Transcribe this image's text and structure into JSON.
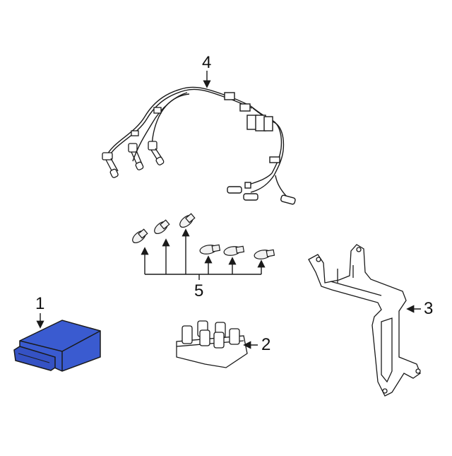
{
  "diagram": {
    "type": "exploded parts diagram",
    "background": "#ffffff",
    "line_color": "#1a1a1a",
    "highlight_color": "#3a5bd0",
    "parts": [
      {
        "number": "1",
        "name": "control-module",
        "highlighted": true
      },
      {
        "number": "2",
        "name": "ignition-coil-pack",
        "highlighted": false
      },
      {
        "number": "3",
        "name": "mounting-bracket",
        "highlighted": false
      },
      {
        "number": "4",
        "name": "spark-plug-wire-set",
        "highlighted": false
      },
      {
        "number": "5",
        "name": "spark-plugs",
        "highlighted": false,
        "count": 6
      }
    ]
  },
  "callouts": {
    "c1": "1",
    "c2": "2",
    "c3": "3",
    "c4": "4",
    "c5": "5"
  }
}
